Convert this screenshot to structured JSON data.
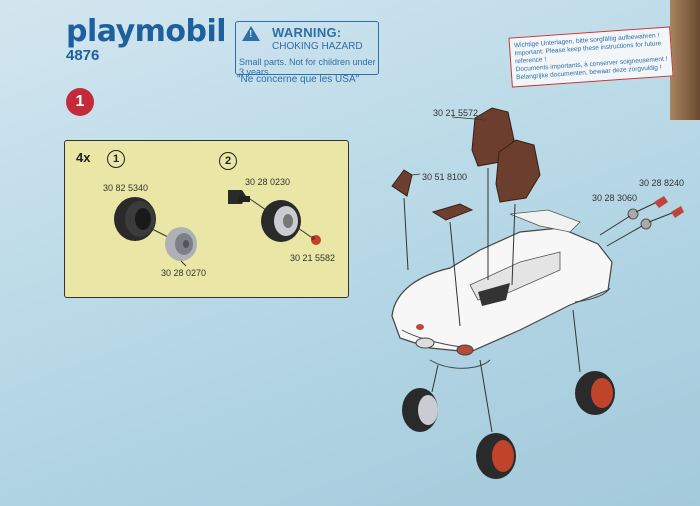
{
  "header": {
    "brand": "playmobil",
    "set_number": "4876",
    "warning_title": "WARNING:",
    "warning_hazard": "CHOKING HAZARD",
    "warning_line": "Small parts. Not for children under 3 years.",
    "warning_usa": "\"Ne concerne que les USA\""
  },
  "info_box": {
    "lines": [
      "Wichtige Unterlagen, bitte sorgfältig aufbewahren !",
      "Important: Please keep these instructions for future reference !",
      "Documents importants, à conserver soigneusement !",
      "Belangrijke documenten, bewaar deze zorgvuldig !"
    ]
  },
  "step": {
    "number": "1"
  },
  "inset": {
    "quantity": "4x",
    "sub1": "1",
    "sub2": "2",
    "parts": {
      "tire": "30 82 5340",
      "rim": "30 28 0270",
      "hub": "30 28 0230",
      "nut": "30 21 5582"
    }
  },
  "main_parts": {
    "seats": "30 21 5572",
    "panel": "30 51 8100",
    "wipers": "30 28 3060",
    "mirrors": "30 28 8240"
  },
  "colors": {
    "brand_blue": "#1e5f9e",
    "step_red": "#c42a3a",
    "inset_yellow": "#eae6a6"
  }
}
